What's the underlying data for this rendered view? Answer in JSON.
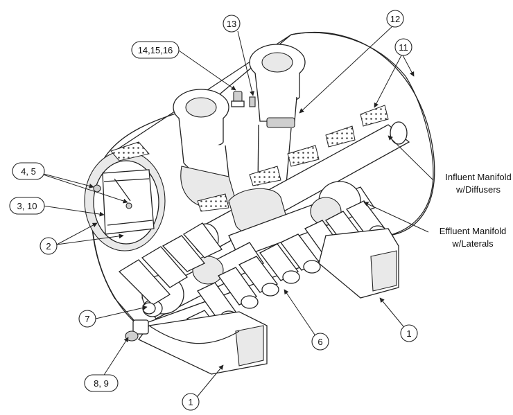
{
  "callouts": {
    "c1a": "1",
    "c1b": "1",
    "c2": "2",
    "c3_10": "3, 10",
    "c4_5": "4, 5",
    "c6": "6",
    "c7": "7",
    "c8_9": "8, 9",
    "c11": "11",
    "c12": "12",
    "c13": "13",
    "c14_16": "14,15,16"
  },
  "labels": {
    "influent_line1": "Influent Manifold",
    "influent_line2": "w/Diffusers",
    "effluent_line1": "Effluent Manifold",
    "effluent_line2": "w/Laterals"
  }
}
